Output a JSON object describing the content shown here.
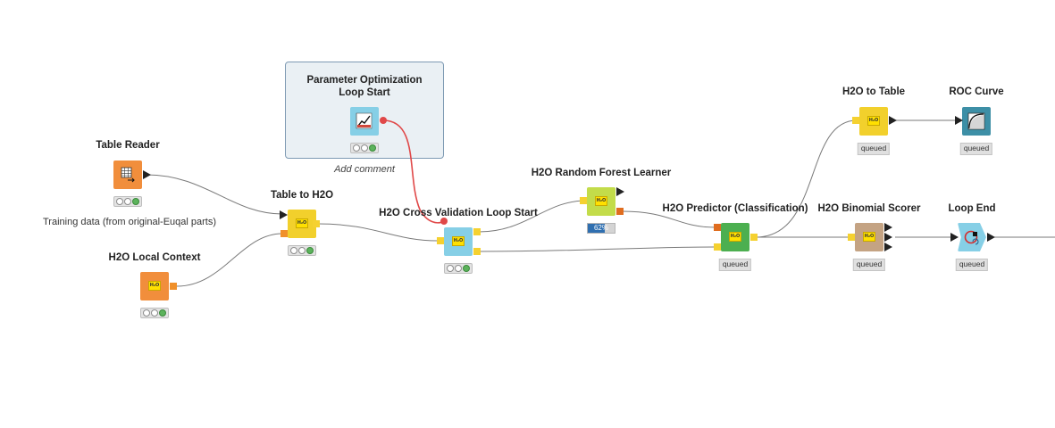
{
  "nodes": {
    "table_reader": {
      "title": "Table Reader",
      "icon": "table-reader-icon",
      "color": "#f18e3c"
    },
    "h2o_local_context": {
      "title": "H2O Local Context",
      "color": "#f18e3c",
      "badge": "H₂O"
    },
    "table_to_h2o": {
      "title": "Table to H2O",
      "color": "#f2d02c",
      "badge": "H₂O"
    },
    "param_opt_loop_start": {
      "title": "Parameter Optimization Loop Start",
      "color": "#86cfe6"
    },
    "h2o_cv_loop_start": {
      "title": "H2O Cross Validation Loop Start",
      "color": "#86cfe6",
      "badge": "H₂O"
    },
    "h2o_rf_learner": {
      "title": "H2O Random Forest Learner",
      "color": "#c3dc4a",
      "badge": "H₂O",
      "progress_label": "62%",
      "progress": 0.62
    },
    "h2o_predictor": {
      "title": "H2O Predictor (Classification)",
      "color": "#4caf50",
      "badge": "H₂O",
      "status": "queued"
    },
    "h2o_to_table": {
      "title": "H2O to Table",
      "color": "#f2d02c",
      "badge": "H₂O",
      "status": "queued"
    },
    "roc_curve": {
      "title": "ROC Curve",
      "color": "#3d8fa6",
      "status": "queued"
    },
    "h2o_binomial_scorer": {
      "title": "H2O Binomial Scorer",
      "color": "#c4a383",
      "badge": "H₂O",
      "status": "queued"
    },
    "loop_end": {
      "title": "Loop End",
      "color": "#86cfe6",
      "status": "queued"
    }
  },
  "comment_box": {
    "add_comment": "Add comment"
  },
  "annotations": {
    "training_data": "Training data (from original-Euqal parts)"
  },
  "colors": {
    "flow_variable_wire": "#e04848",
    "data_wire": "#7a7a7a"
  }
}
